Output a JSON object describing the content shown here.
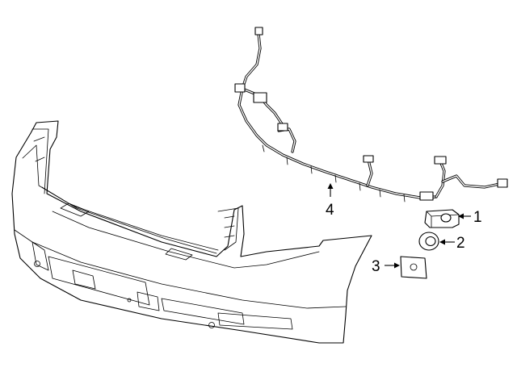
{
  "callouts": [
    {
      "id": "1",
      "label": "1",
      "part": "parking-sensor"
    },
    {
      "id": "2",
      "label": "2",
      "part": "sensor-grommet"
    },
    {
      "id": "3",
      "label": "3",
      "part": "sensor-bracket"
    },
    {
      "id": "4",
      "label": "4",
      "part": "wiring-harness"
    }
  ],
  "colors": {
    "line": "#000000",
    "background": "#ffffff"
  }
}
